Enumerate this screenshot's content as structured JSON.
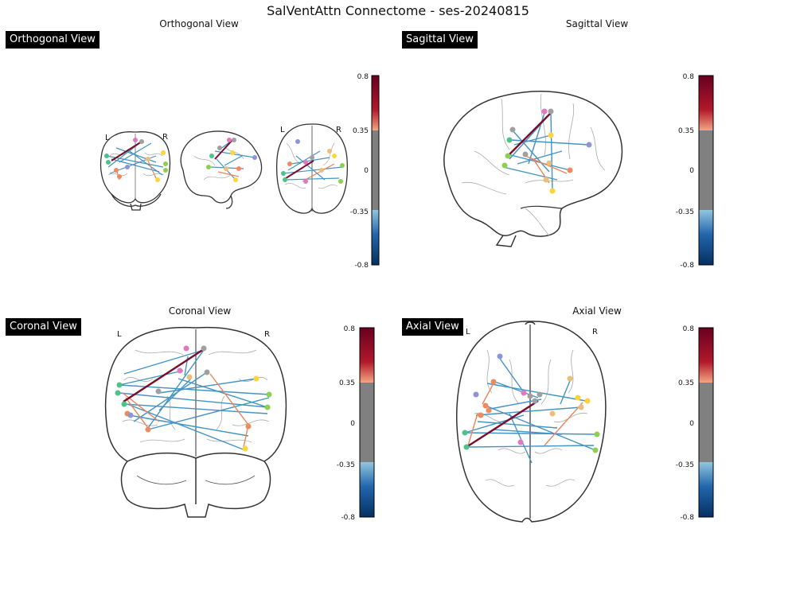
{
  "figure": {
    "title": "SalVentAttn Connectome - ses-20240815"
  },
  "panels": [
    {
      "id": "orthogonal",
      "title": "Orthogonal View",
      "badge": "Orthogonal View",
      "left_label": "L",
      "right_label": "R"
    },
    {
      "id": "sagittal",
      "title": "Sagittal View",
      "badge": "Sagittal View"
    },
    {
      "id": "coronal",
      "title": "Coronal View",
      "badge": "Coronal View",
      "left_label": "L",
      "right_label": "R"
    },
    {
      "id": "axial",
      "title": "Axial View",
      "badge": "Axial View",
      "left_label": "L",
      "right_label": "R"
    }
  ],
  "colorbar": {
    "ticks": [
      "0.8",
      "0.35",
      "0",
      "-0.35",
      "-0.8"
    ],
    "colors": {
      "dark_red": "#67001f",
      "light_red": "#f4a582",
      "gray": "#808080",
      "light_blue": "#92c5de",
      "dark_blue": "#053061"
    }
  },
  "colors": {
    "edge_blue": "#4393c3",
    "edge_red": "#7a0d2a",
    "edge_orange": "#e8855a",
    "node_pink": "#e377c2",
    "node_gray": "#a0a0a0",
    "node_green": "#8bd14f",
    "node_teal": "#4cc38a",
    "node_orange": "#f08a5d",
    "node_yellow": "#ffd43b",
    "node_tan": "#e8c07a",
    "node_lavender": "#8c96d6"
  }
}
